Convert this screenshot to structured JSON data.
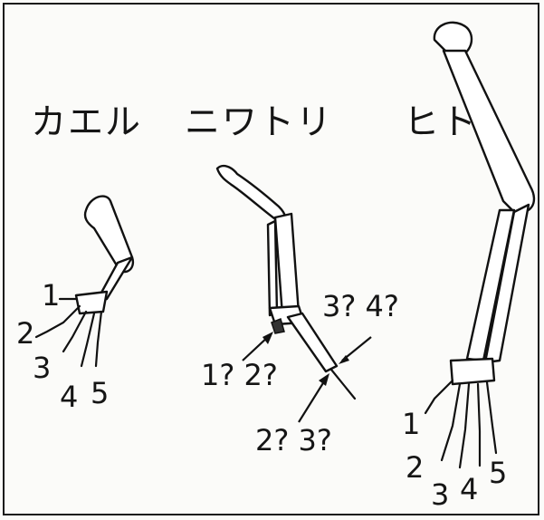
{
  "titles": {
    "frog": "カエル",
    "chicken": "ニワトリ",
    "human": "ヒト"
  },
  "frog_digits": [
    "1",
    "2",
    "3",
    "4",
    "5"
  ],
  "chicken_labels": {
    "top_right": "3? 4?",
    "left": "1? 2?",
    "bottom": "2? 3?"
  },
  "human_digits": [
    "1",
    "2",
    "3",
    "4",
    "5"
  ]
}
